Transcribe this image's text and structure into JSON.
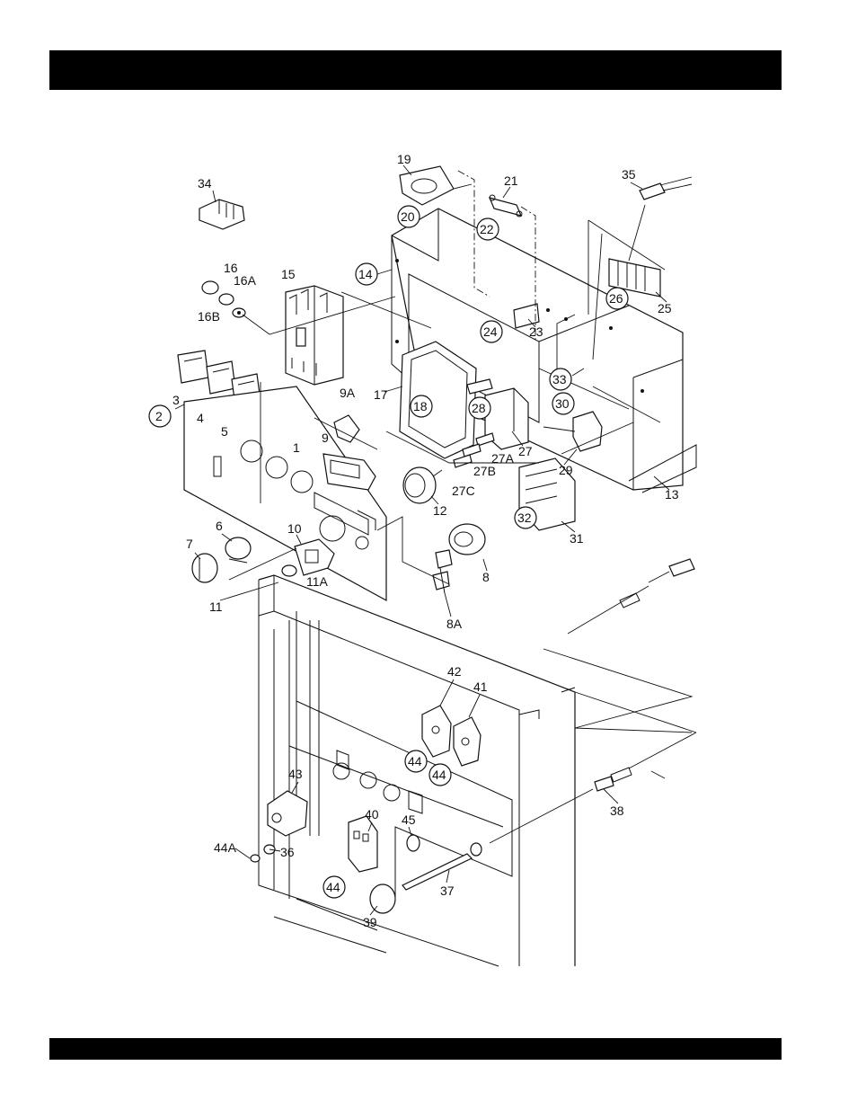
{
  "header": {
    "title": ""
  },
  "footer": {
    "text": ""
  },
  "callouts": [
    "34",
    "19",
    "20",
    "21",
    "22",
    "35",
    "14",
    "16",
    "16A",
    "16B",
    "15",
    "26",
    "25",
    "24",
    "23",
    "33",
    "17",
    "18",
    "28",
    "30",
    "3",
    "2",
    "4",
    "5",
    "9A",
    "9",
    "27",
    "29",
    "27A",
    "27B",
    "27C",
    "13",
    "1",
    "12",
    "32",
    "31",
    "6",
    "7",
    "10",
    "11A",
    "11",
    "8",
    "8A",
    "42",
    "41",
    "44",
    "44",
    "43",
    "40",
    "45",
    "44",
    "44A",
    "36",
    "37",
    "39",
    "38"
  ]
}
